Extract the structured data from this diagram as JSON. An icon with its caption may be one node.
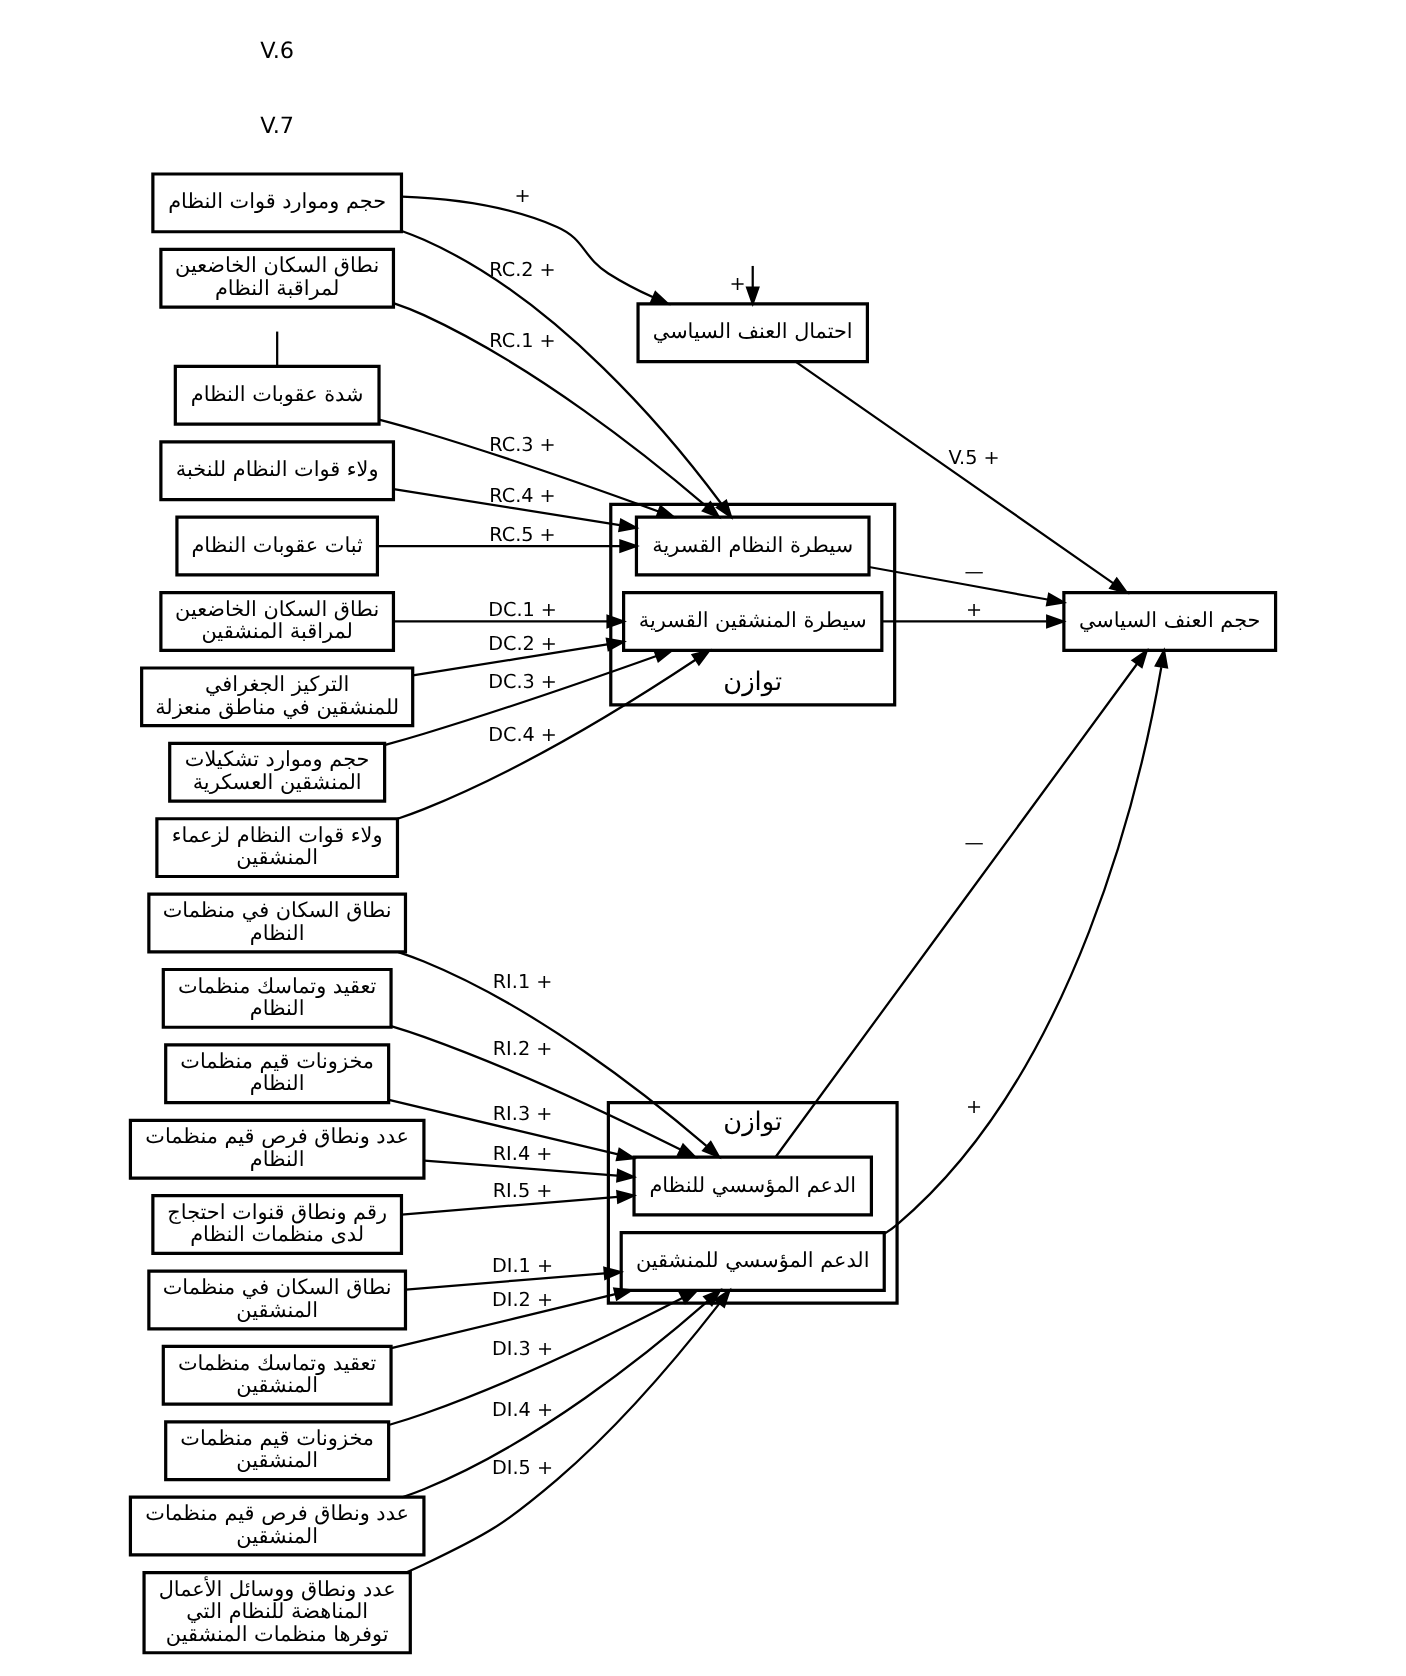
{
  "diagram": {
    "nodes": [
      {
        "text": [
          "توازن"
        ]
      },
      {
        "text": [
          "الدعم المؤسسي للنظام"
        ],
        "in": 0
      },
      {
        "text": [
          "الدعم المؤسسي للمنشقين"
        ],
        "in": 0
      },
      {
        "text": [
          "نطاق السكان في منظمات النظام"
        ]
      },
      {
        "text": [
          "تعقيد وتماسك منظمات النظام"
        ]
      },
      {
        "text": [
          "مخزونات قيم منظمات النظام"
        ]
      },
      {
        "text": [
          "عدد ونطاق فرص قيم منظمات النظام"
        ]
      },
      {
        "text": [
          "رقم ونطاق قنوات احتجاج لدى منظمات النظام"
        ]
      },
      {
        "text": [
          "نطاق السكان في منظمات المنشقين"
        ]
      },
      {
        "text": [
          "تعقيد وتماسك منظمات المنشقين"
        ]
      },
      {
        "text": [
          "مخزونات قيم منظمات المنشقين"
        ]
      },
      {
        "text": [
          "عدد ونطاق فرص قيم منظمات المنشقين"
        ]
      },
      {
        "text": [
          "عدد ونطاق ووسائل الأعمال المناهضة للنظام التي توفرها منظمات المنشقين"
        ]
      },
      {
        "text": [
          "احتمال العنف السياسي"
        ]
      },
      {
        "text": [
          "حجم العنف السياسي"
        ]
      },
      {
        "text": [
          "توازن"
        ]
      },
      {
        "text": [
          "سيطرة النظام القسرية"
        ],
        "in": 15
      },
      {
        "text": [
          "سيطرة المنشقين القسرية"
        ],
        "in": 15
      },
      {
        "text": [
          "نطاق السكان الخاضعين لمراقبة النظام"
        ]
      },
      {
        "text": [
          "حجم وموارد قوات النظام"
        ]
      },
      {
        "text": [
          "شدة عقوبات النظام"
        ]
      },
      {
        "text": [
          "ولاء قوات النظام للنخبة"
        ]
      },
      {
        "text": [
          "ثبات عقوبات النظام"
        ]
      },
      {
        "text": [
          "نطاق السكان الخاضعين لمراقبة المنشقين"
        ]
      },
      {
        "text": [
          "التركيز الجغرافي للمنشقين في مناطق منعزلة"
        ]
      },
      {
        "text": [
          "حجم وموارد تشكيلات المنشقين العسكرية"
        ]
      },
      {
        "text": [
          "ولاء قوات النظام لزعماء المنشقين"
        ]
      }
    ],
    "edges": [
      {
        "from": 3,
        "to": 1,
        "arrow": "to",
        "label": "RI.1 +"
      },
      {
        "from": 4,
        "to": 1,
        "arrow": "to",
        "label": "RI.2 +"
      },
      {
        "from": 5,
        "to": 1,
        "arrow": "to",
        "label": "RI.3 +"
      },
      {
        "from": 6,
        "to": 1,
        "arrow": "to",
        "label": "RI.4 +"
      },
      {
        "from": 7,
        "to": 1,
        "arrow": "to",
        "label": "RI.5 +"
      },
      {
        "from": 8,
        "to": 2,
        "arrow": "to",
        "label": "DI.1 +"
      },
      {
        "from": 9,
        "to": 2,
        "arrow": "to",
        "label": "DI.2 +"
      },
      {
        "from": 10,
        "to": 2,
        "arrow": "to",
        "label": "DI.3 +"
      },
      {
        "from": 11,
        "to": 2,
        "arrow": "to",
        "label": "DI.4 +"
      },
      {
        "from": 12,
        "to": 2,
        "arrow": "to",
        "label": "DI.5 +"
      },
      {
        "from": 1,
        "to": 14,
        "arrow": "to",
        "label": "—"
      },
      {
        "from": 2,
        "to": 14,
        "arrow": "to",
        "label": "+"
      },
      {
        "from": null,
        "to": 13,
        "arrow": "to",
        "label": "+"
      },
      {
        "from": 13,
        "to": 14,
        "arrow": "to",
        "label": "V.5 +"
      },
      {
        "from": 16,
        "to": 14,
        "arrow": "to",
        "label": "—"
      },
      {
        "from": 17,
        "to": 14,
        "arrow": "to",
        "label": "+"
      },
      {
        "from": 19,
        "to": 13,
        "arrow": "to",
        "label": "+"
      },
      {
        "from": null,
        "to": 20,
        "arrow": "none"
      },
      {
        "from": 18,
        "to": 16,
        "arrow": "to",
        "label": "RC.1 +"
      },
      {
        "from": 19,
        "to": 16,
        "arrow": "to",
        "label": "RC.2 +"
      },
      {
        "from": 20,
        "to": 16,
        "arrow": "to",
        "label": "RC.3 +"
      },
      {
        "from": 21,
        "to": 16,
        "arrow": "to",
        "label": "RC.4 +"
      },
      {
        "from": 22,
        "to": 16,
        "arrow": "to",
        "label": "RC.5 +"
      },
      {
        "from": 23,
        "to": 17,
        "arrow": "to",
        "label": "DC.1 +"
      },
      {
        "from": 24,
        "to": 17,
        "arrow": "to",
        "label": "DC.2 +"
      },
      {
        "from": 25,
        "to": 17,
        "arrow": "to",
        "label": "DC.3 +"
      },
      {
        "from": 26,
        "to": 17,
        "arrow": "to",
        "label": "DC.4 +"
      }
    ],
    "labels": [
      "V.7",
      "V.6"
    ]
  }
}
